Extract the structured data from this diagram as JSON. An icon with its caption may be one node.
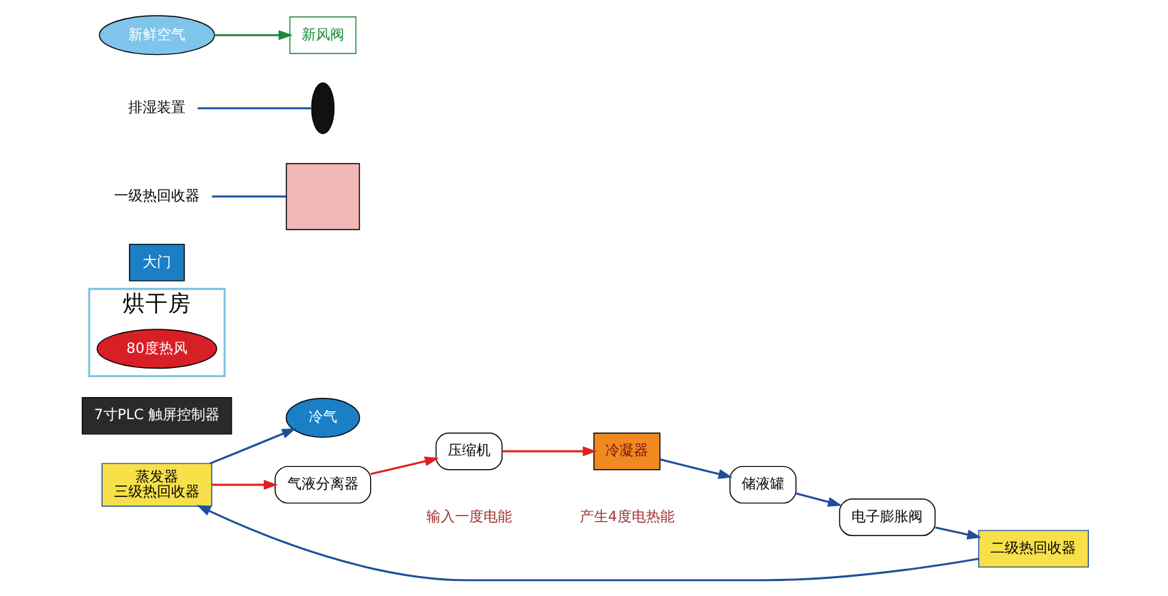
{
  "diagram": {
    "nodes": [
      {
        "text": [
          "蒸发器",
          "三级热回收器"
        ]
      },
      {
        "text": [
          "冷气"
        ]
      },
      {
        "text": [
          "气液分离器"
        ]
      },
      {
        "text": [
          "压缩机"
        ],
        "beside": [
          "输入一度电能"
        ]
      },
      {
        "text": [
          "冷凝器"
        ],
        "beside": [
          "产生4度电热能"
        ]
      },
      {
        "text": [
          "储液罐"
        ]
      },
      {
        "text": [
          "电子膨胀阀"
        ]
      },
      {
        "text": [
          "二级热回收器"
        ]
      },
      {
        "text": [
          "7寸PLC 触屏控制器"
        ]
      },
      {
        "text": [
          "烘干房"
        ]
      },
      {
        "text": [
          "80度热风"
        ],
        "in": 9
      },
      {
        "text": [
          "大门"
        ]
      },
      {
        "text": [],
        "shape": "box"
      },
      {
        "text": [],
        "shape": "circle"
      },
      {
        "text": [
          "排湿装置"
        ]
      },
      {
        "text": [
          "一级热回收器"
        ]
      },
      {
        "text": [
          "新风阀"
        ]
      },
      {
        "text": [
          "新鲜空气"
        ]
      }
    ],
    "edges": [
      {
        "from": 0,
        "to": 2,
        "arrow": "to",
        "color": "#e02020"
      },
      {
        "from": 2,
        "to": 3,
        "arrow": "to",
        "color": "#e02020"
      },
      {
        "from": 3,
        "to": 4,
        "arrow": "to",
        "color": "#e02020"
      },
      {
        "from": 4,
        "to": 5,
        "arrow": "to"
      },
      {
        "from": 5,
        "to": 6,
        "arrow": "to"
      },
      {
        "from": 6,
        "to": 7,
        "arrow": "to"
      },
      {
        "from": 7,
        "to": 0,
        "arrow": "to"
      },
      {
        "from": 0,
        "to": 1,
        "arrow": "to"
      },
      {
        "from": 17,
        "to": 16,
        "arrow": "to",
        "color": "#1a8a3a"
      },
      {
        "from": 14,
        "to": 13,
        "arrow": "none"
      },
      {
        "from": 15,
        "to": 12,
        "arrow": "none"
      }
    ]
  }
}
